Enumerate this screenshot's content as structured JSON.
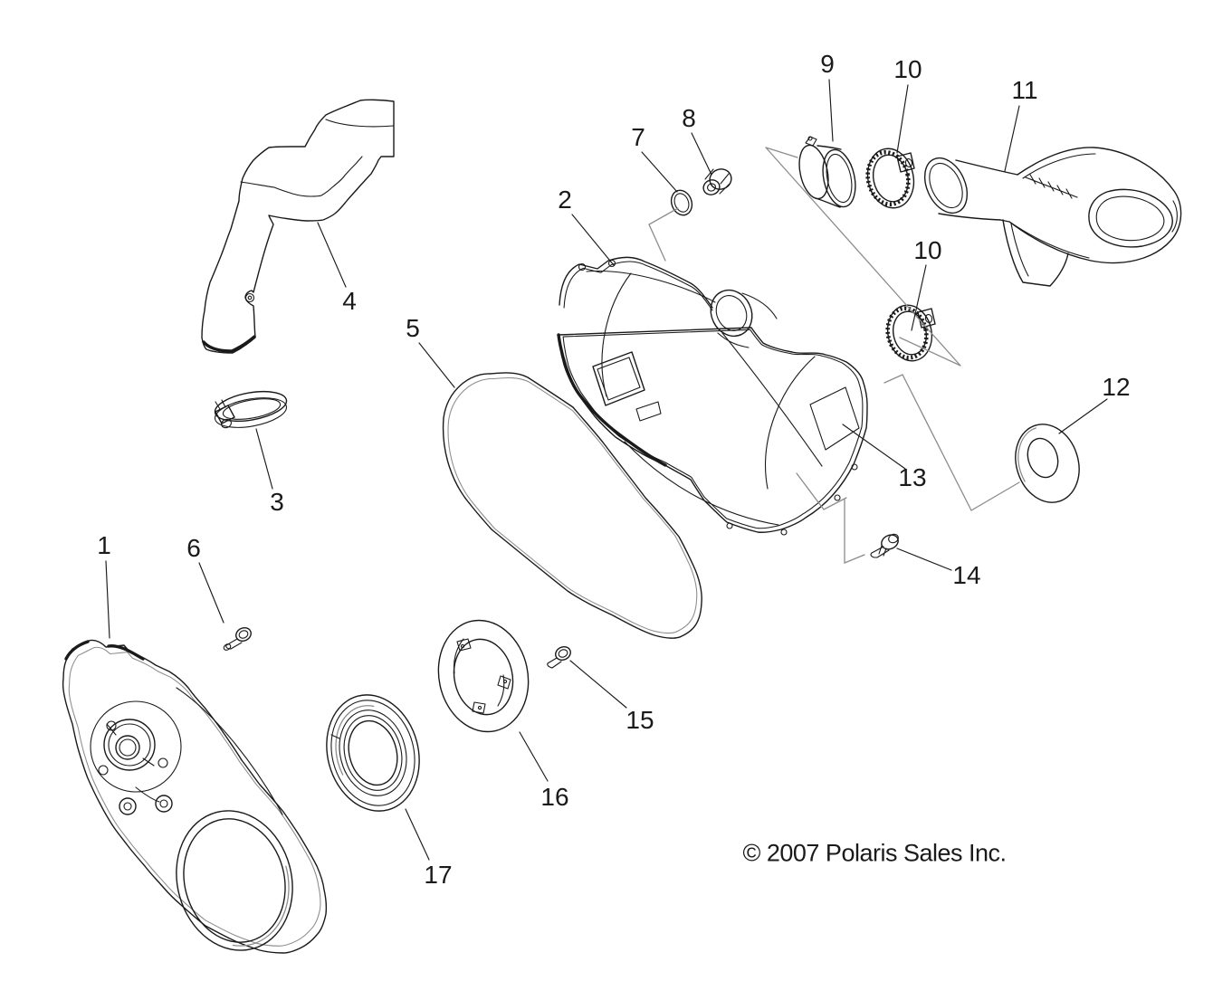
{
  "copyright": "© 2007 Polaris Sales Inc.",
  "callouts": [
    {
      "text": "1"
    },
    {
      "text": "2"
    },
    {
      "text": "3"
    },
    {
      "text": "4"
    },
    {
      "text": "5"
    },
    {
      "text": "6"
    },
    {
      "text": "7"
    },
    {
      "text": "8"
    },
    {
      "text": "9"
    },
    {
      "text": "10"
    },
    {
      "text": "10"
    },
    {
      "text": "11"
    },
    {
      "text": "12"
    },
    {
      "text": "13"
    },
    {
      "text": "14"
    },
    {
      "text": "15"
    },
    {
      "text": "16"
    },
    {
      "text": "17"
    }
  ],
  "colors": {
    "line": "#1a1a1a",
    "locator_line": "#8c8c8c",
    "background": "#ffffff"
  }
}
